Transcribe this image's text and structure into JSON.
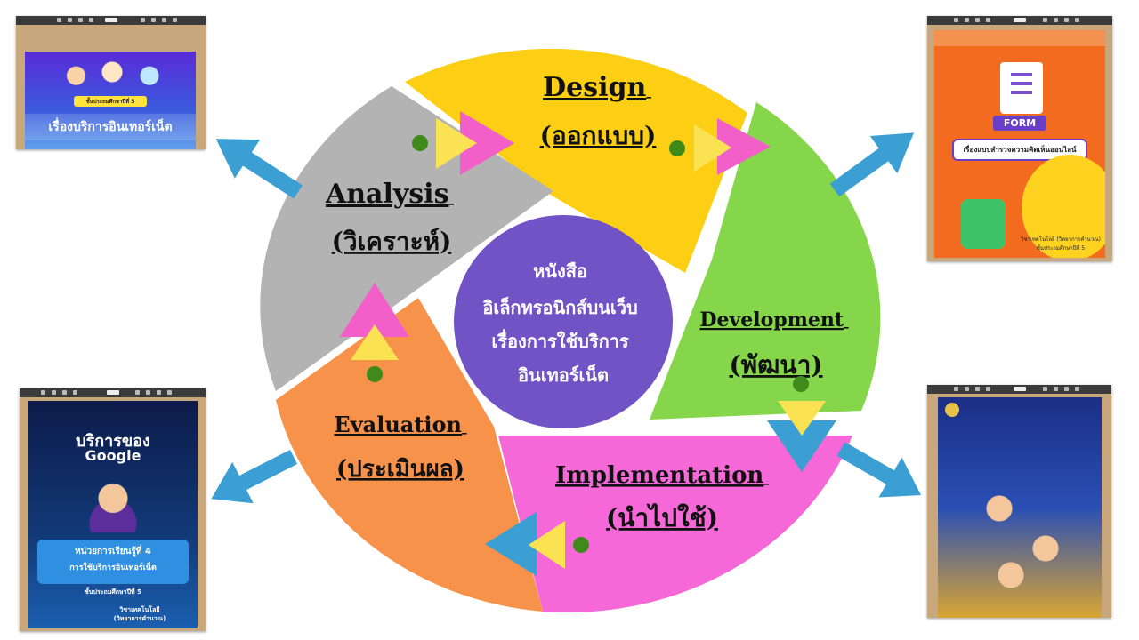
{
  "center": {
    "lines": [
      "หนังสือ",
      "อิเล็กทรอนิกส์บนเว็บ",
      "เรื่องการใช้บริการ",
      "อินเทอร์เน็ต"
    ]
  },
  "segments": [
    {
      "key": "analysis",
      "en": "Analysis",
      "th": "(วิเคราะห์)",
      "color": "#b3b3b3"
    },
    {
      "key": "design",
      "en": "Design",
      "th": "(ออกแบบ)",
      "color": "#fccf14"
    },
    {
      "key": "development",
      "en": "Development",
      "th": "(พัฒนา)",
      "color": "#86d64b"
    },
    {
      "key": "implementation",
      "en": "Implementation",
      "th": "(นำไปใช้)",
      "color": "#f667d7"
    },
    {
      "key": "evaluation",
      "en": "Evaluation",
      "th": "(ประเมินผล)",
      "color": "#f7924a"
    }
  ],
  "colors": {
    "center": "#7153c6",
    "arrow_blue": "#3b9fd4",
    "triangle_pink": "#f35fc8",
    "triangle_yellow": "#fbe253",
    "dot_green": "#3f8a1a"
  },
  "thumbnails": {
    "top_left": {
      "title": "เรื่องบริการอินเทอร์เน็ต",
      "badge": "ชั้นประถมศึกษาปีที่ 5"
    },
    "top_right": {
      "form_label": "FORM",
      "title": "เรื่องแบบสำรวจความคิดเห็นออนไลน์",
      "subject": "วิชาเทคโนโลยี (วิทยาการคำนวณ)",
      "grade": "ชั้นประถมศึกษาปีที่ 5"
    },
    "bottom_left": {
      "heading_1": "บริการของ",
      "heading_2": "Google",
      "unit": "หน่วยการเรียนรู้ที่ 4",
      "topic": "การใช้บริการอินเทอร์เน็ต",
      "grade": "ชั้นประถมศึกษาปีที่ 5",
      "subject_1": "วิชาเทคโนโลยี",
      "subject_2": "(วิทยาการคำนวณ)"
    }
  }
}
